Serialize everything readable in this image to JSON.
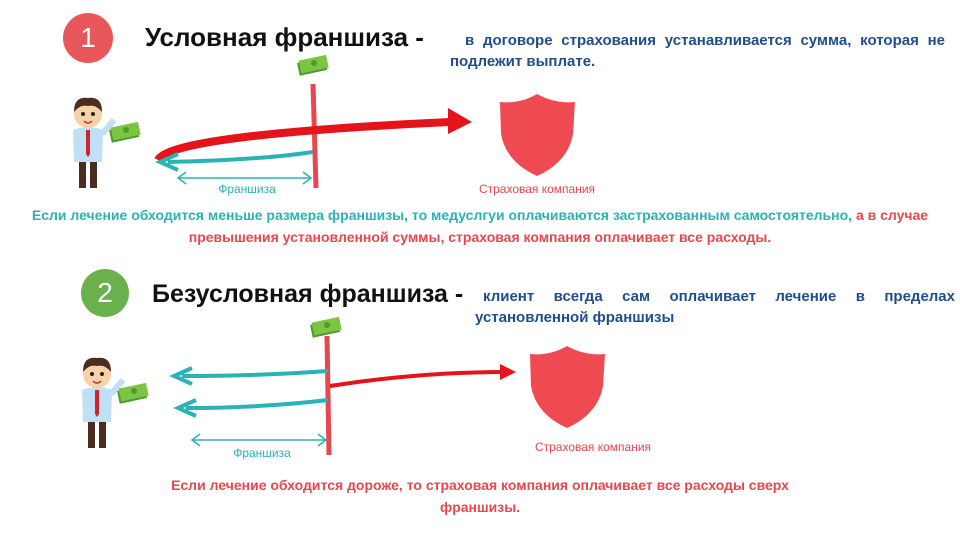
{
  "section1": {
    "number": "1",
    "title": "Условная франшиза -",
    "description": "в договоре страхования устанавливается сумма, которая не подлежит выплате.",
    "franchise_label": "Франшиза",
    "insurer_label": "Страховая компания",
    "note_teal": "Если лечение обходится меньше размера франшизы, то медуслгуи  оплачиваются застрахованным самостоятельно,",
    "note_red": "а в случае превышения установленной суммы, страховая компания оплачивает все расходы."
  },
  "section2": {
    "number": "2",
    "title": "Безусловная франшиза -",
    "description": "клиент всегда сам оплачивает лечение в пределах установленной франшизы",
    "franchise_label": "Франшиза",
    "insurer_label": "Страховая компания",
    "note_red": "Если лечение обходится дороже, то страховая компания оплачивает все расходы сверх франшизы."
  },
  "colors": {
    "red": "#e8474f",
    "teal": "#2ab3b5",
    "blue": "#1f4e8c",
    "green": "#6ab04c",
    "circle_red": "#e8585a"
  }
}
